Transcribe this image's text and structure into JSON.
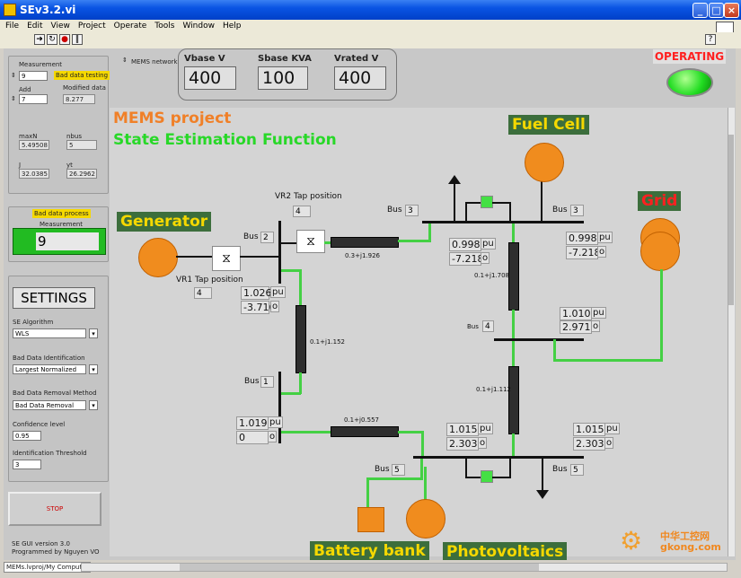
{
  "window": {
    "title": "SEv3.2.vi"
  },
  "menu": [
    "File",
    "Edit",
    "View",
    "Project",
    "Operate",
    "Tools",
    "Window",
    "Help"
  ],
  "left_panel": {
    "measurement_label": "Measurement",
    "measurement_value": "9",
    "bad_data_testing": "Bad data testing",
    "add_label": "Add",
    "add_value": "7",
    "modified_data_label": "Modified data",
    "modified_data_value": "8.277",
    "maxn_label": "maxN",
    "maxn_value": "5.49508",
    "nbus_label": "nbus",
    "nbus_value": "5",
    "j_label": "J",
    "j_value": "32.0385",
    "yt_label": "yt",
    "yt_value": "26.2962",
    "bad_data_process": "Bad data process",
    "measurement2_label": "Measurement",
    "measurement2_value": "9",
    "settings_title": "SETTINGS",
    "se_algorithm_label": "SE Algorithm",
    "se_algorithm_value": "WLS",
    "bad_data_id_label": "Bad Data Identification",
    "bad_data_id_value": "Largest Normalized",
    "bad_data_removal_label": "Bad Data Removal Method",
    "bad_data_removal_value": "Bad Data Removal",
    "confidence_label": "Confidence level",
    "confidence_value": "0.95",
    "id_threshold_label": "Identification Threshold",
    "id_threshold_value": "3",
    "stop_label": "STOP",
    "version_line1": "SE GUI version 3.0",
    "version_line2": "Programmed by Nguyen VO"
  },
  "top": {
    "mems_network": "MEMS network",
    "vbase_label": "Vbase V",
    "vbase_value": "400",
    "sbase_label": "Sbase KVA",
    "sbase_value": "100",
    "vrated_label": "Vrated  V",
    "vrated_value": "400",
    "operating": "OPERATING"
  },
  "diagram": {
    "title1": "MEMS project",
    "title2": "State Estimation Function",
    "fuel_cell": "Fuel Cell",
    "grid": "Grid",
    "generator": "Generator",
    "battery": "Battery bank",
    "pv": "Photovoltaics",
    "vr1": "VR1 Tap position",
    "vr1_value": "4",
    "vr2": "VR2 Tap position",
    "vr2_value": "4",
    "bus_label": "Bus",
    "bus1": "1",
    "bus2": "2",
    "bus3": "3",
    "bus3b": "3",
    "bus4": "4",
    "bus5": "5",
    "bus5b": "5",
    "imp_23": "0.3+j1.926",
    "imp_34": "0.1+j1.708",
    "imp_21": "0.1+j1.152",
    "imp_45": "0.1+j1.112",
    "imp_15": "0.1+j0.557",
    "pu": "pu",
    "o": "o",
    "b2_v": "1.026",
    "b2_a": "-3.716",
    "b3_v": "0.998",
    "b3_a": "-7.218",
    "b3r_v": "0.998",
    "b3r_a": "-7.218",
    "b4_v": "1.010",
    "b4_a": "2.971",
    "b1_v": "1.019",
    "b1_a": "0",
    "b5_v": "1.015",
    "b5_a": "2.303",
    "b5r_v": "1.015",
    "b5r_a": "2.303"
  },
  "status": {
    "path": "MEMs.lvproj/My Computer"
  },
  "watermark": "中华工控网 gkong.com",
  "colors": {
    "orange": "#f08c1e",
    "green_line": "#44d044",
    "operating_red": "#ff2020",
    "led_green": "#22dd22"
  }
}
